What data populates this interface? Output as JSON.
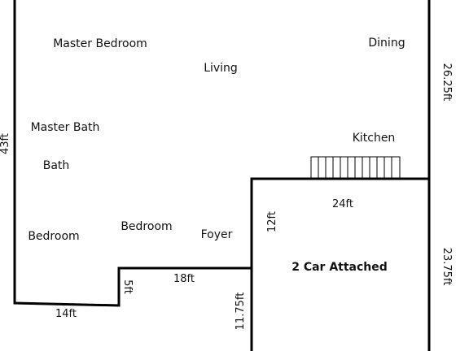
{
  "rooms": {
    "master_bedroom": "Master Bedroom",
    "living": "Living",
    "dining": "Dining",
    "master_bath": "Master Bath",
    "kitchen": "Kitchen",
    "bath": "Bath",
    "bedroom_1": "Bedroom",
    "bedroom_2": "Bedroom",
    "foyer": "Foyer",
    "garage": "2 Car Attached"
  },
  "dimensions": {
    "left_height": "43ft",
    "right_upper": "26.25ft",
    "right_lower": "23.75ft",
    "garage_width": "24ft",
    "garage_inner_height": "12ft",
    "notch_height": "5ft",
    "notch_width": "18ft",
    "bottom_width": "14ft",
    "garage_left_height": "11.75ft"
  }
}
